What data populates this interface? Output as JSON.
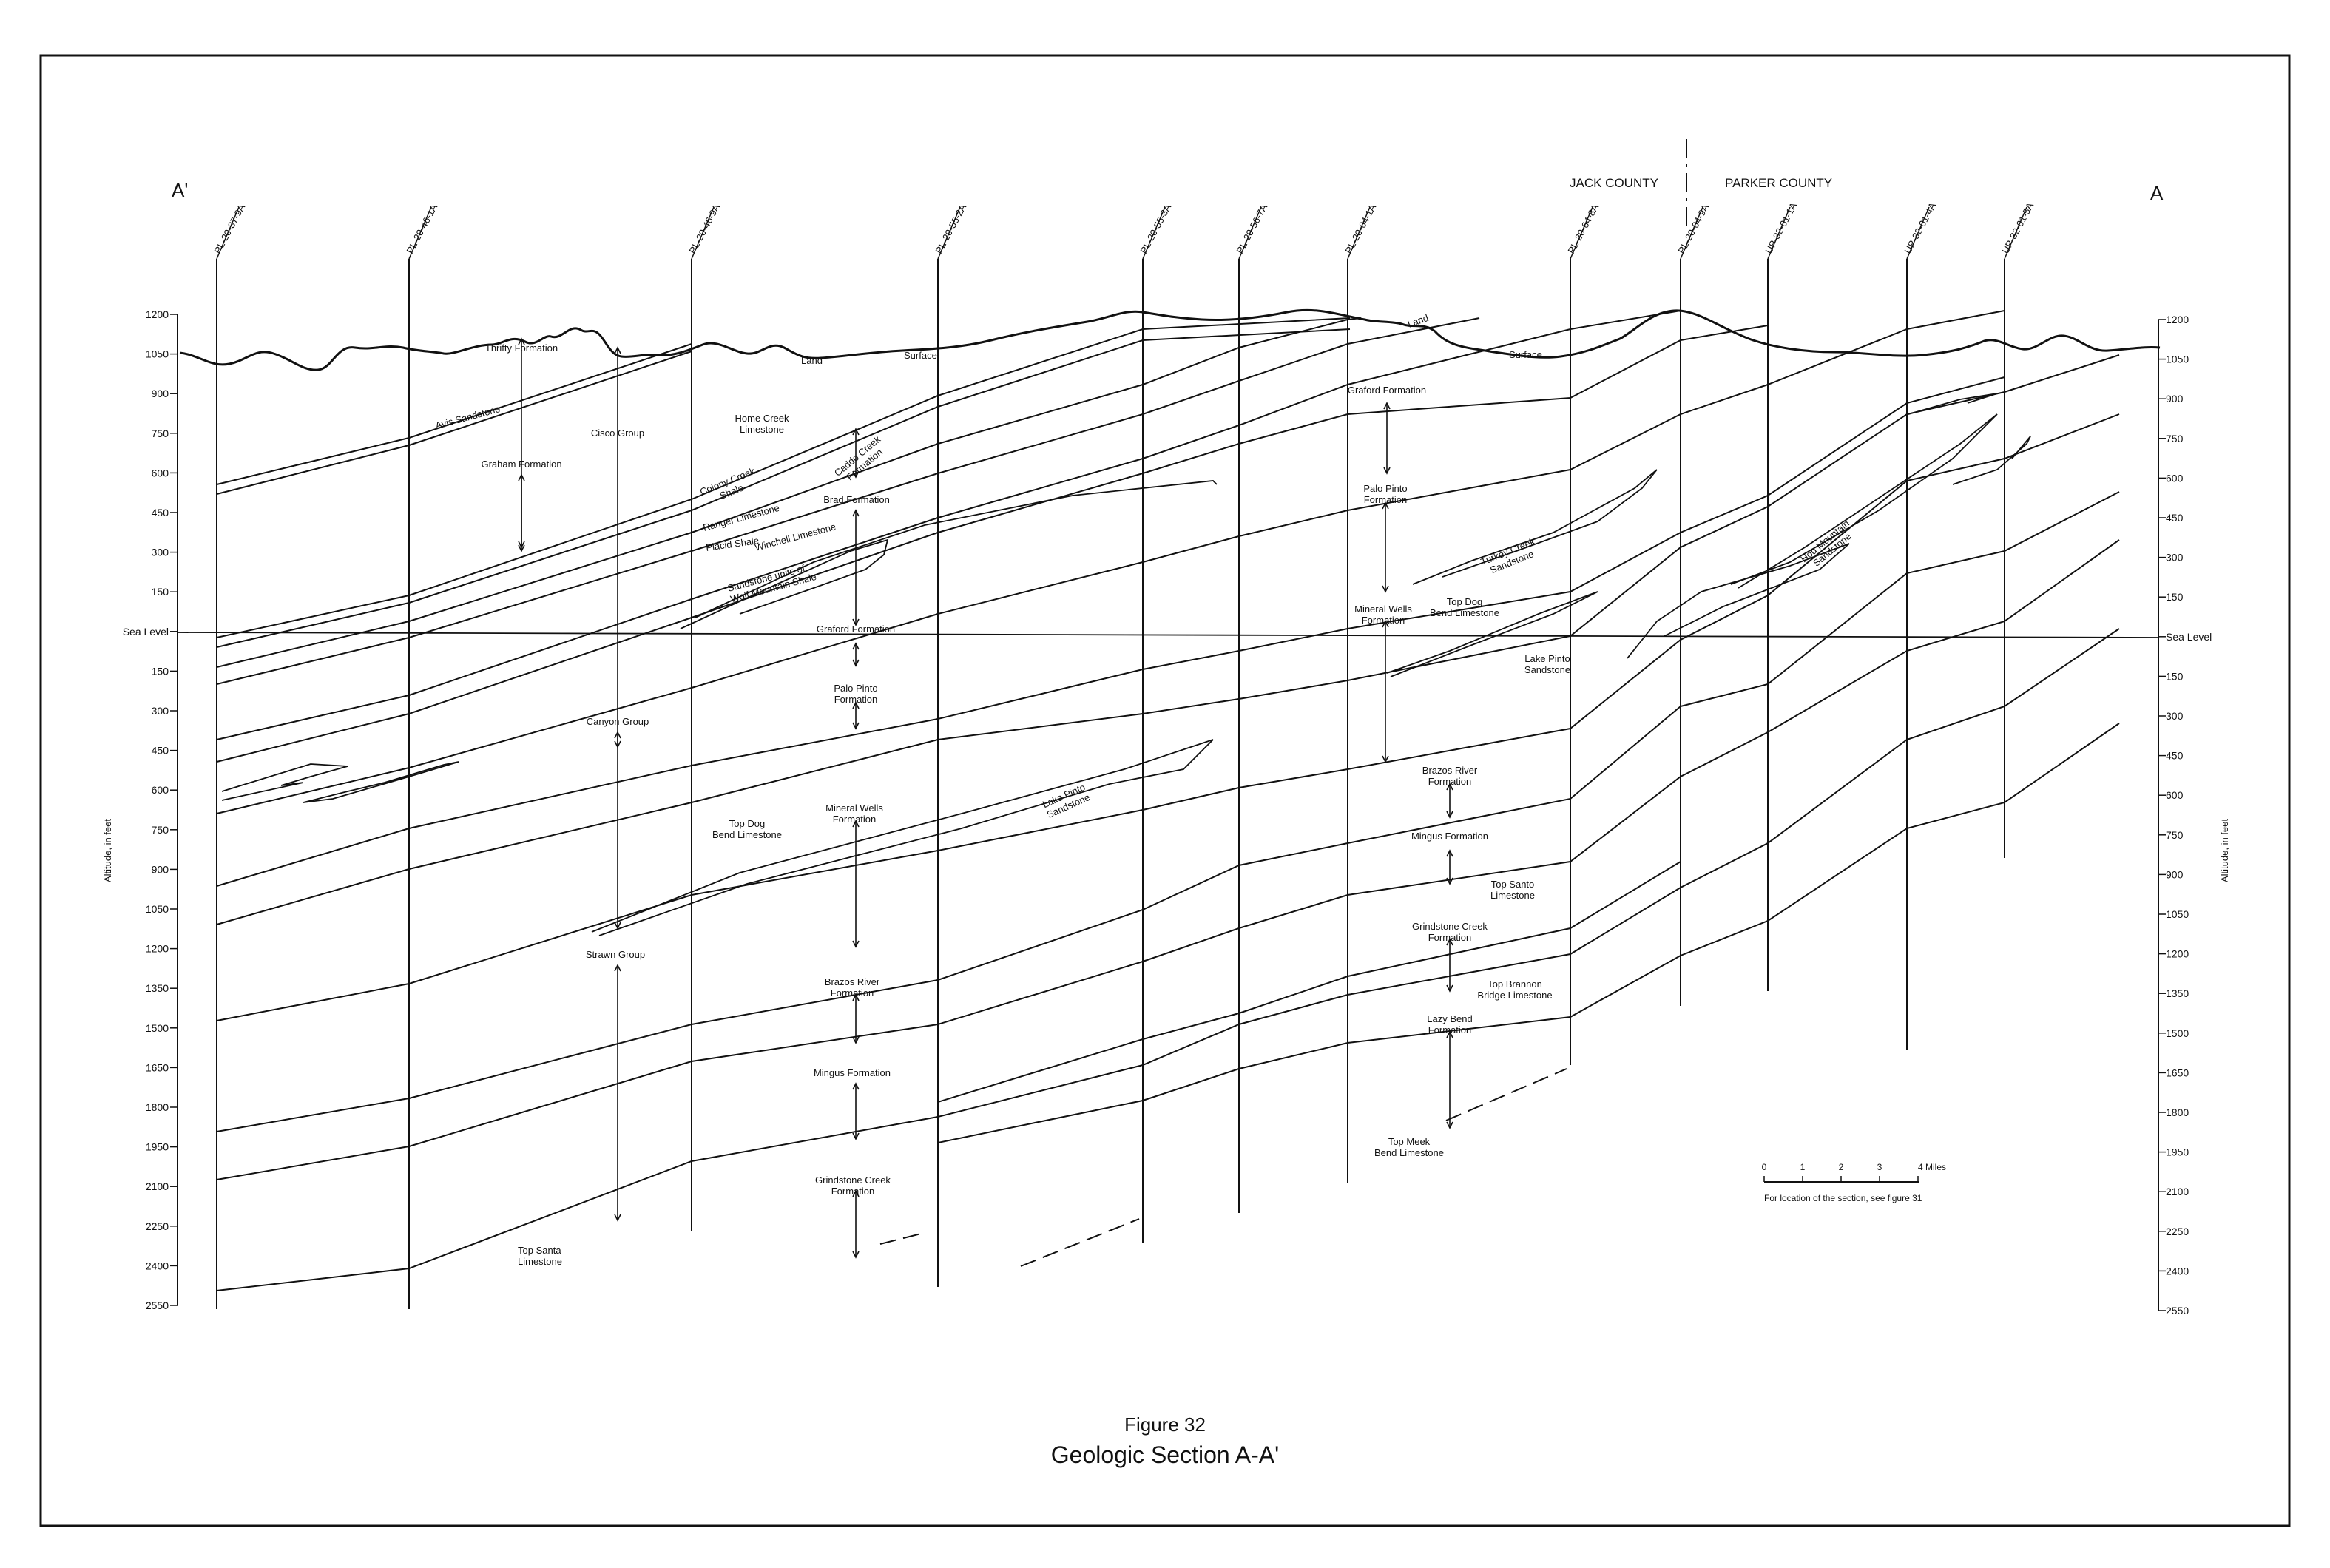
{
  "section_end_left": "A'",
  "section_end_right": "A",
  "county_left": "JACK COUNTY",
  "county_right": "PARKER COUNTY",
  "wells": [
    "PL-20-37-9A",
    "PL-20-46-1A",
    "PL-20-46-9A",
    "PL-20-55-2A",
    "PL-20-55-3A",
    "PL-20-56-7A",
    "PL-20-64-1A",
    "PL-20-64-8A",
    "PL-20-64-9A",
    "UP-32-01-1A",
    "UP-32-01-4A",
    "UP-32-01-5A"
  ],
  "axis_ticks": [
    "1200",
    "1050",
    "900",
    "750",
    "600",
    "450",
    "300",
    "150",
    "Sea Level",
    "150",
    "300",
    "450",
    "600",
    "750",
    "900",
    "1050",
    "1200",
    "1350",
    "1500",
    "1650",
    "1800",
    "1950",
    "2100",
    "2250",
    "2400",
    "2550"
  ],
  "axis_title": "Altitude, in feet",
  "surface_labels": [
    "Land",
    "Surface",
    "Land",
    "Surface"
  ],
  "labels": {
    "thrifty": "Thrifty Formation",
    "avis": "Avis Sandstone",
    "graham": "Graham Formation",
    "cisco": "Cisco Group",
    "homecreek": "Home Creek Limestone",
    "caddo": "Caddo Creek Formation",
    "colony": "Colony Creek Shale",
    "ranger": "Ranger Limestone",
    "brad": "Brad Formation",
    "placid": "Placid Shale",
    "winchell": "Winchell Limestone",
    "wolfmtn": "Sandstone units of Wolf Mountain Shale",
    "graford_c": "Graford Formation",
    "palopinto_c": "Palo Pinto Formation",
    "canyon": "Canyon Group",
    "mwells_c": "Mineral Wells Formation",
    "topdog_c": "Top Dog Bend Limestone",
    "lakepinto_c": "Lake Pinto Sandstone",
    "strawn": "Strawn Group",
    "brazos_c": "Brazos River Formation",
    "mingus_c": "Mingus Formation",
    "grindstone_c": "Grindstone Creek Formation",
    "topsanta_l": "Top Santa Limestone",
    "graford_r": "Graford Formation",
    "palopinto_r": "Palo Pinto Formation",
    "turkey": "Turkey Creek Sandstone",
    "mwells_r": "Mineral Wells Formation",
    "topdog_r": "Top Dog Bend Limestone",
    "lakepinto_r": "Lake Pinto Sandstone",
    "hogmtn": "Hog Mountain Sandstone",
    "brazos_r": "Brazos River Formation",
    "mingus_r": "Mingus Formation",
    "topsanta_r": "Top Santo Limestone",
    "grindstone_r": "Grindstone Creek Formation",
    "topbrannon": "Top Brannon Bridge Limestone",
    "lazybend": "Lazy Bend Formation",
    "topmeek": "Top Meek Bend Limestone"
  },
  "scale": {
    "ticks": [
      "0",
      "1",
      "2",
      "3",
      "4 Miles"
    ],
    "note": "For location of the section, see figure 31"
  },
  "figure_number": "Figure 32",
  "figure_title": "Geologic Section A-A'"
}
